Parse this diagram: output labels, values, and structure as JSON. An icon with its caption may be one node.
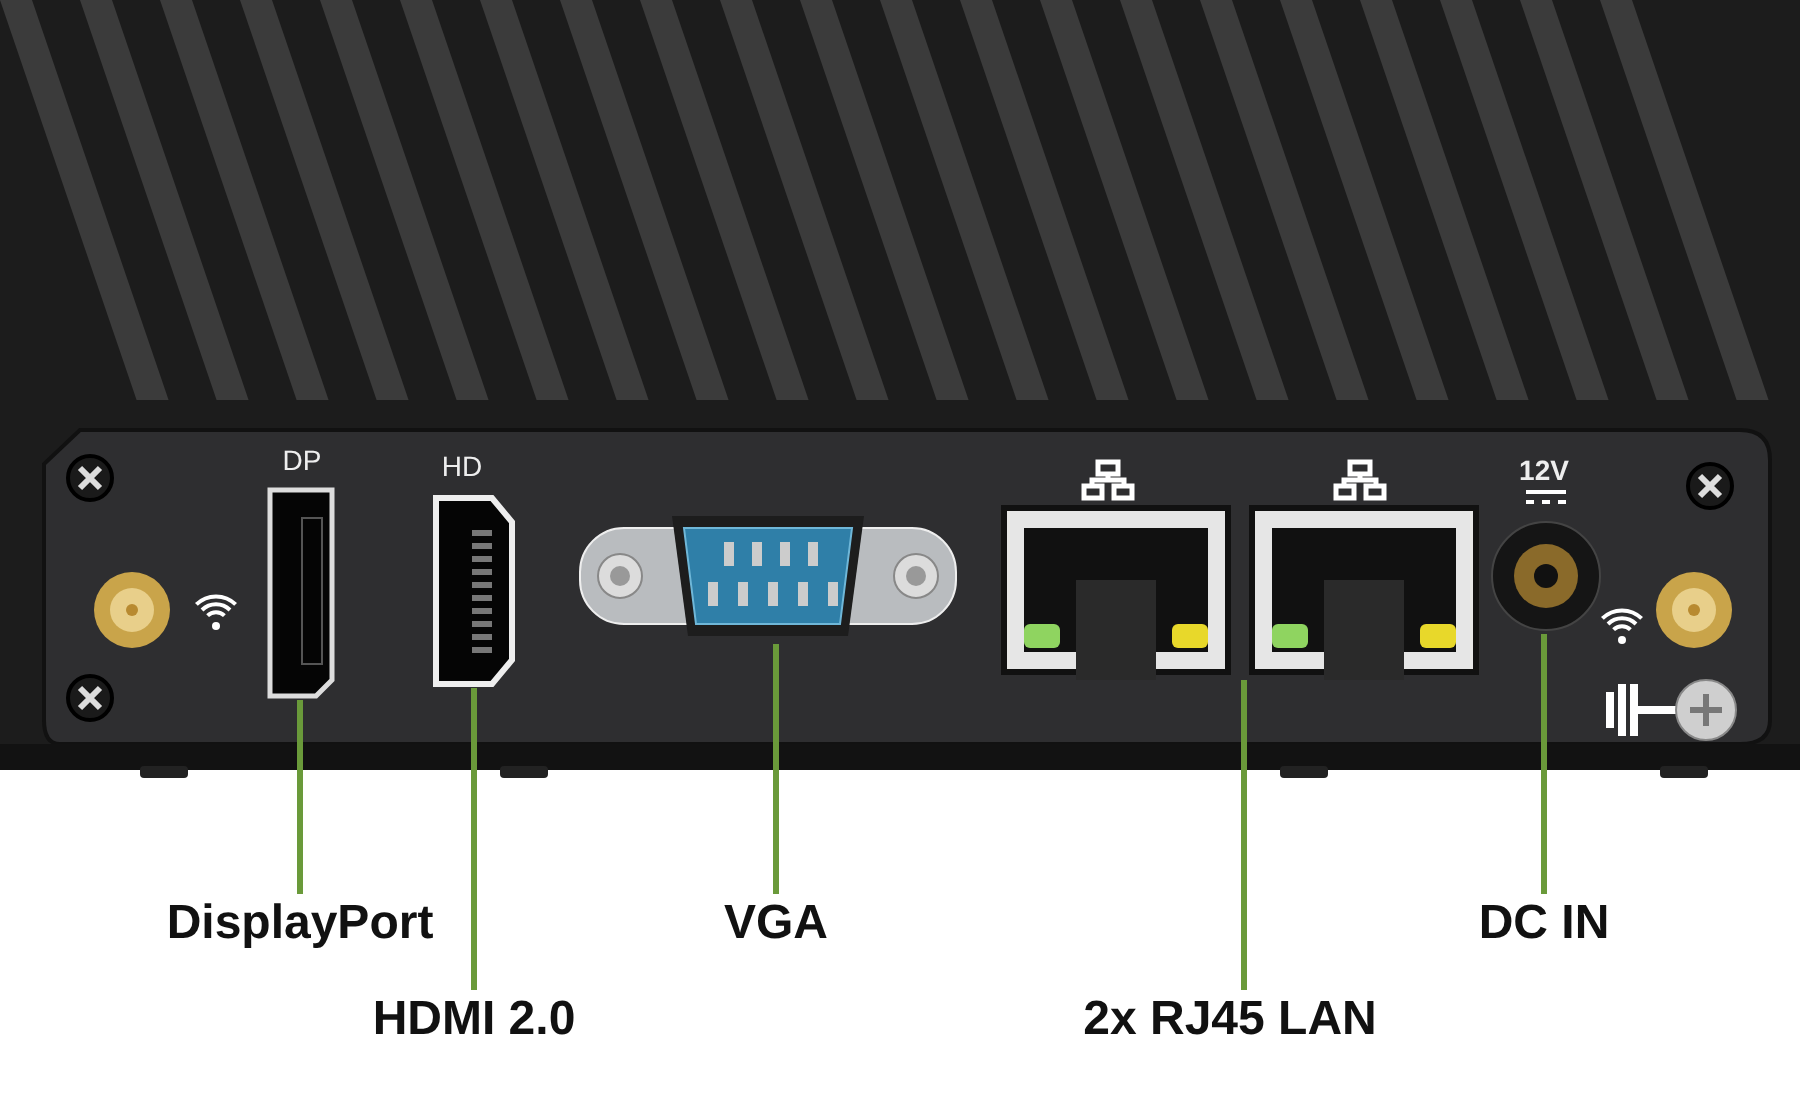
{
  "diagram": {
    "nodes": [
      {
        "text": [],
        "shape": "picture",
        "beside": [
          "DP"
        ]
      },
      {
        "text": [],
        "shape": "picture",
        "beside": [
          "HD"
        ]
      },
      {
        "text": [],
        "shape": "picture"
      },
      {
        "text": [],
        "shape": "picture"
      },
      {
        "text": [],
        "shape": "picture",
        "beside": [
          "12V"
        ]
      },
      {
        "text": [
          "DisplayPort"
        ]
      },
      {
        "text": [
          "HDMI 2.0"
        ]
      },
      {
        "text": [
          "VGA"
        ]
      },
      {
        "text": [
          "2x RJ45 LAN"
        ]
      },
      {
        "text": [
          "DC IN"
        ]
      }
    ],
    "edges": [
      {
        "from": 5,
        "to": 0,
        "arrow": "none"
      },
      {
        "from": 6,
        "to": 1,
        "arrow": "none"
      },
      {
        "from": 7,
        "to": 2,
        "arrow": "none"
      },
      {
        "from": 8,
        "to": 3,
        "arrow": "none"
      },
      {
        "from": 9,
        "to": 4,
        "arrow": "none"
      }
    ]
  }
}
